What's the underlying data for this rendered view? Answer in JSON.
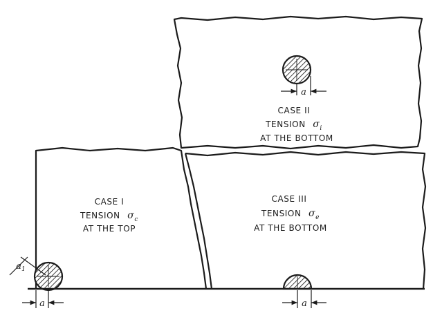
{
  "cases": [
    {
      "id": "case-1",
      "title": "CASE I",
      "line2_prefix": "TENSION",
      "sigma": "σ",
      "sigma_sub": "c",
      "line3": "AT THE TOP"
    },
    {
      "id": "case-2",
      "title": "CASE II",
      "line2_prefix": "TENSION",
      "sigma": "σ",
      "sigma_sub": "i",
      "line3": "AT THE BOTTOM"
    },
    {
      "id": "case-3",
      "title": "CASE III",
      "line2_prefix": "TENSION",
      "sigma": "σ",
      "sigma_sub": "e",
      "line3": "AT THE BOTTOM"
    }
  ],
  "dimensions": {
    "radius_label": "a",
    "corner_distance_label": "a",
    "corner_distance_sub": "1"
  },
  "colors": {
    "ink": "#1b1b1b",
    "paper": "#ffffff"
  }
}
